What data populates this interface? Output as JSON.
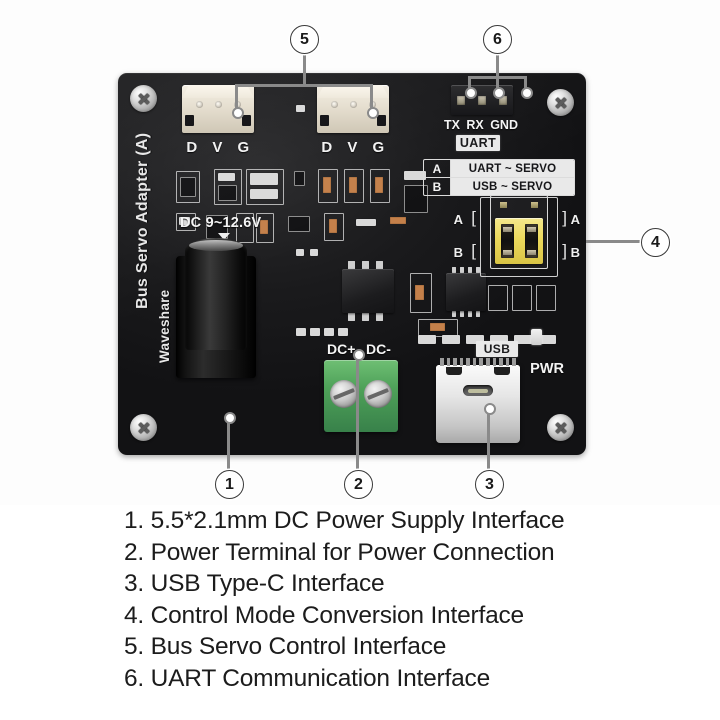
{
  "board": {
    "title": "Bus Servo Adapter (A)",
    "brand": "Waveshare",
    "dc_input_label": "DC 9~12.6V",
    "terminal_labels": {
      "positive": "DC+",
      "negative": "DC-"
    },
    "usb_silk": "USB",
    "uart_silk": "UART",
    "power_led_label": "PWR",
    "uart_pins": [
      "TX",
      "RX",
      "GND"
    ],
    "servo_connectors": [
      {
        "pins": [
          "D",
          "V",
          "G"
        ]
      },
      {
        "pins": [
          "D",
          "V",
          "G"
        ]
      }
    ],
    "mode_table": [
      {
        "key": "A",
        "value": "UART ~ SERVO"
      },
      {
        "key": "B",
        "value": "USB ~ SERVO"
      }
    ],
    "jumper_labels": {
      "a_left": "A",
      "b_left": "B",
      "a_right": "A",
      "b_right": "B"
    },
    "colors": {
      "pcb": "#1a1a1c",
      "jumper": "#ecd95c",
      "terminal_block": "#4fa259",
      "silkscreen": "#e8e8e8",
      "connector_white": "#e6dfd0"
    }
  },
  "callouts": [
    {
      "id": 1,
      "marker": "1"
    },
    {
      "id": 2,
      "marker": "2"
    },
    {
      "id": 3,
      "marker": "3"
    },
    {
      "id": 4,
      "marker": "4"
    },
    {
      "id": 5,
      "marker": "5"
    },
    {
      "id": 6,
      "marker": "6"
    }
  ],
  "caption": {
    "items": [
      "1. 5.5*2.1mm DC Power Supply Interface",
      "2. Power Terminal for Power Connection",
      "3. USB Type-C Interface",
      "4. Control Mode Conversion Interface",
      "5. Bus Servo Control Interface",
      "6. UART Communication Interface"
    ]
  }
}
